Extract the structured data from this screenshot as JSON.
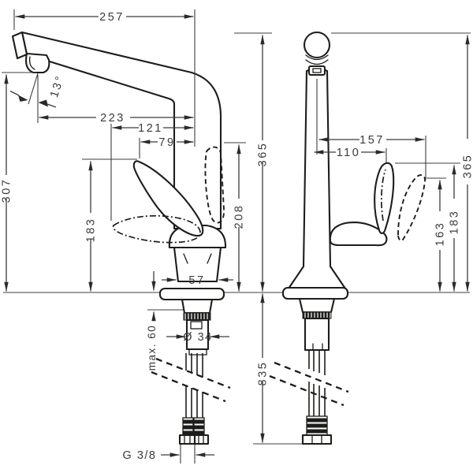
{
  "drawing": {
    "kind": "faucet installation dimension drawing",
    "colors": {
      "object_line": "#1d1d1b",
      "dimension_line": "#3c3c3c",
      "background": "#ffffff",
      "text": "#3a3a3a"
    },
    "side_view": {
      "reach_total": "257",
      "reach_outlet": "223",
      "reach_handle_forward": "121",
      "reach_handle": "79",
      "spray_angle": "13°",
      "outlet_height": "307",
      "handle_height": "183",
      "handle_raised_height": "208",
      "base_width": "57",
      "shank_diameter": "Ø 34",
      "deck_thickness_max": "max. 60",
      "total_height": "365",
      "length_with_hoses": "835",
      "connection_thread": "G 3/8"
    },
    "front_view": {
      "handle_swing_width": "157",
      "handle_width": "110",
      "handle_tip_low_height": "163",
      "handle_height": "183",
      "total_height": "365"
    }
  }
}
